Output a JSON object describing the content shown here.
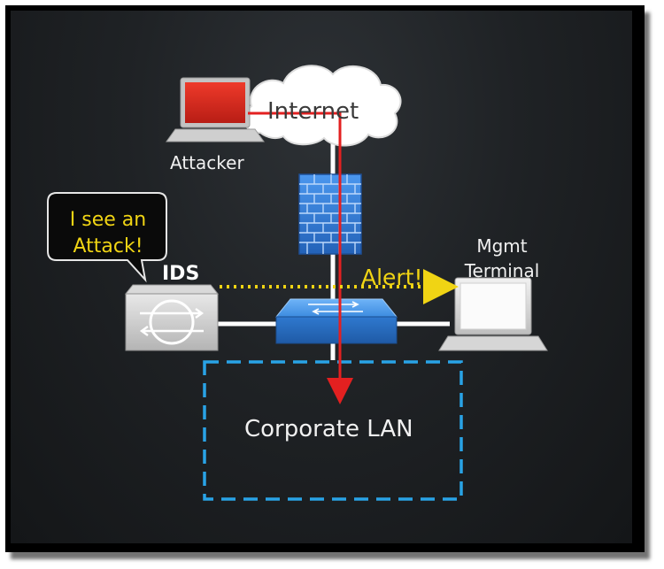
{
  "diagram": {
    "internet_label": "Internet",
    "attacker_label": "Attacker",
    "ids_label": "IDS",
    "speech_bubble_text": "I see an Attack!",
    "alert_label": "Alert!",
    "mgmt_terminal_label": "Mgmt Terminal",
    "corporate_lan_label": "Corporate LAN"
  },
  "colors": {
    "attack_path": "#e32020",
    "alert_path": "#f0d414",
    "lan_border": "#29a3e6",
    "firewall": "#2f7bd6",
    "switch": "#3a8be0",
    "attacker_laptop": "#d42a1e"
  }
}
